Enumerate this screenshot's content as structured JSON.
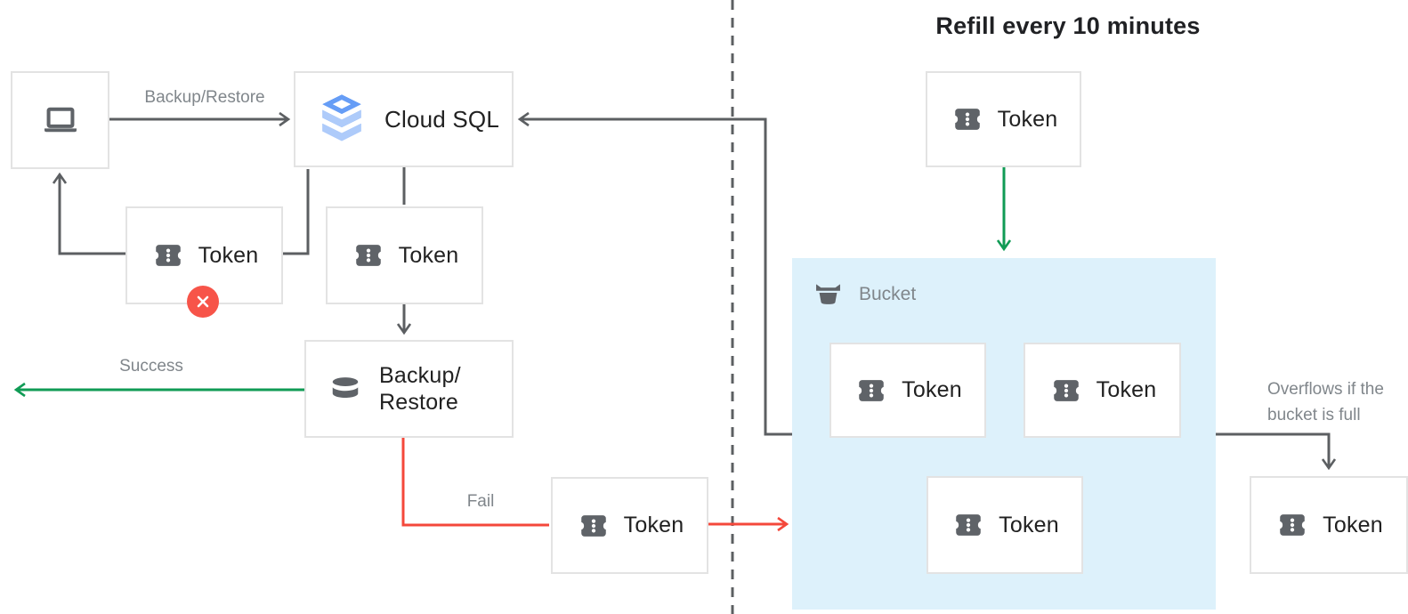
{
  "diagram": {
    "title": "Refill every 10 minutes",
    "nodes": {
      "cloud_sql": {
        "label": "Cloud SQL"
      },
      "backup_restore": {
        "line1": "Backup/",
        "line2": "Restore"
      },
      "token": {
        "label": "Token"
      },
      "bucket": {
        "label": "Bucket"
      }
    },
    "edges": {
      "request_label": "Backup/Restore",
      "success_label": "Success",
      "fail_label": "Fail",
      "overflow_line1": "Overflows if the",
      "overflow_line2": "bucket is full"
    },
    "icons": [
      "laptop-icon",
      "cloud-sql-icon",
      "token-icon",
      "database-icon",
      "bucket-icon",
      "error-x-icon"
    ],
    "colors": {
      "line-dark": "#5c5f62",
      "line-green": "#109b55",
      "line-red": "#f4483b",
      "badge-red": "#f75449",
      "bucket-bg": "#ddf1fb",
      "icon-gray": "#5f6368",
      "label-gray": "#80868b",
      "text-dark": "#212121",
      "box-border": "#e3e3e3",
      "sql-blue-dark": "#4285f4",
      "sql-blue-mid": "#669df6",
      "sql-blue-light": "#aecbfa"
    }
  }
}
